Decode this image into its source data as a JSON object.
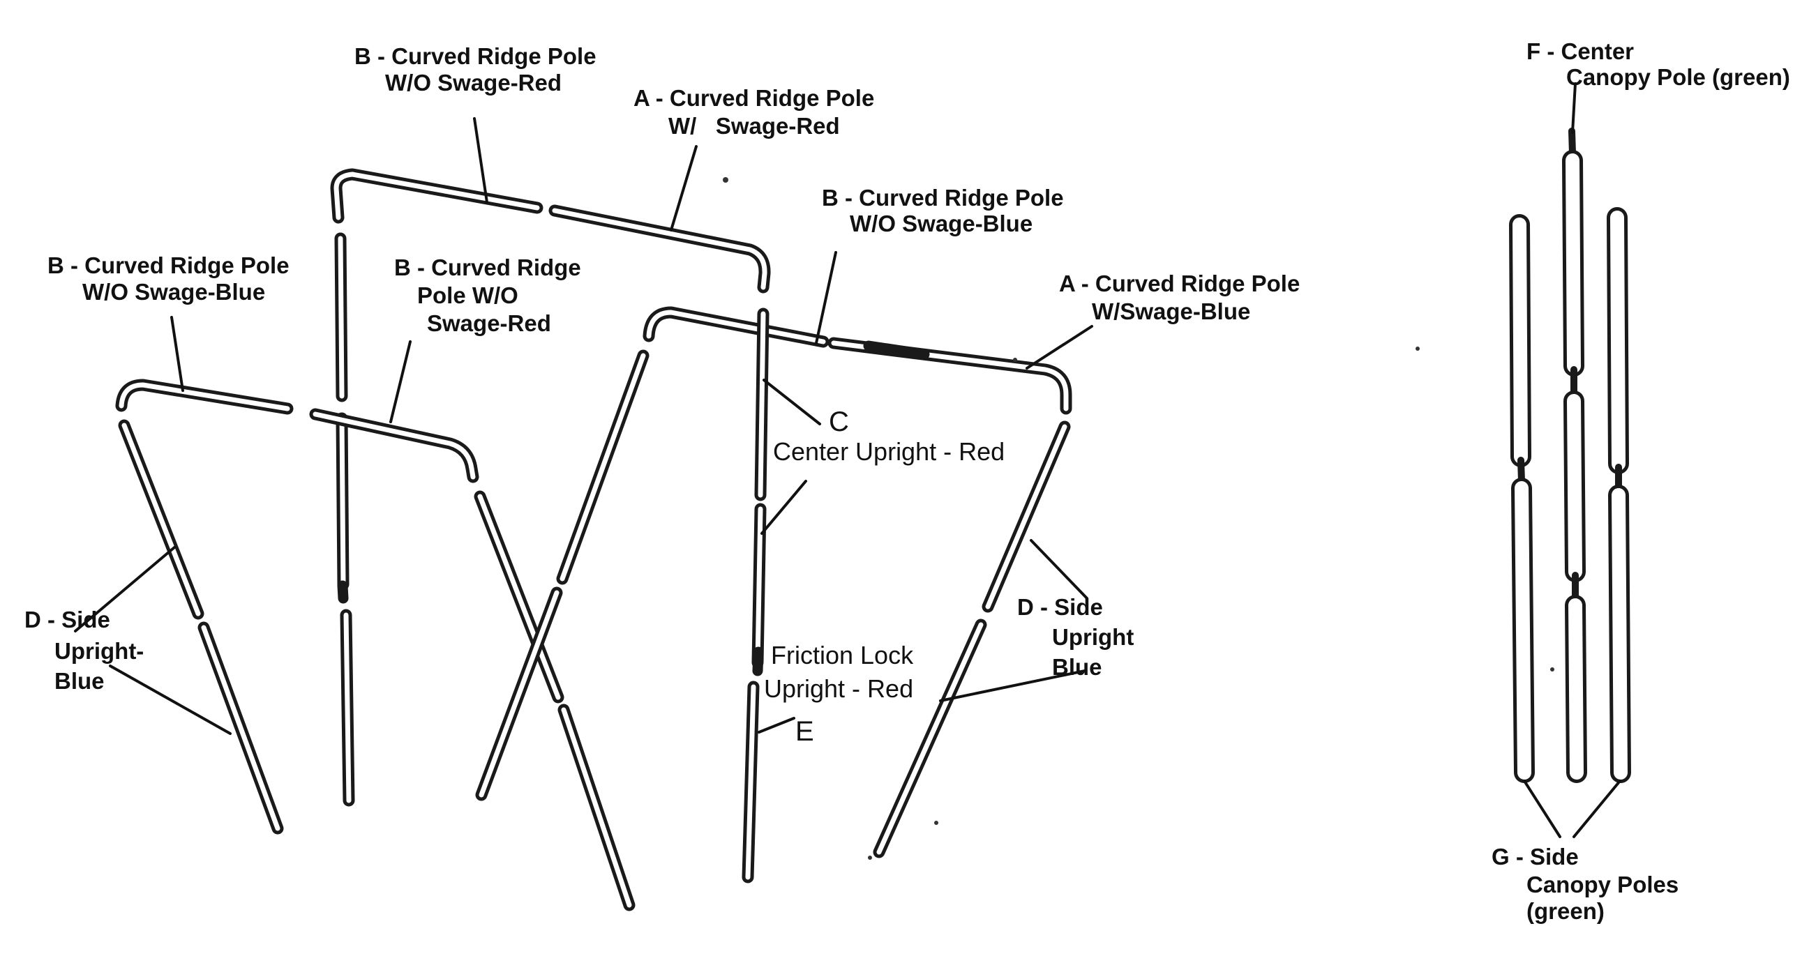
{
  "labels": {
    "b_red_top_1": "B - Curved Ridge Pole",
    "b_red_top_2": "W/O Swage-Red",
    "a_red_1": "A - Curved Ridge Pole",
    "a_red_2": "W/   Swage-Red",
    "b_blue_mid_1": "B - Curved Ridge Pole",
    "b_blue_mid_2": "W/O Swage-Blue",
    "b_blue_left_1": "B - Curved Ridge Pole",
    "b_blue_left_2": "W/O Swage-Blue",
    "b_red_mid_1": "B - Curved Ridge",
    "b_red_mid_2": "Pole W/O",
    "b_red_mid_3": "Swage-Red",
    "a_blue_1": "A - Curved Ridge Pole",
    "a_blue_2": "W/Swage-Blue",
    "c_letter": "C",
    "center_upright": "Center Upright - Red",
    "d_left_1": "D - Side",
    "d_left_2": "Upright-",
    "d_left_3": "Blue",
    "d_right_1": "D - Side",
    "d_right_2": "Upright",
    "d_right_3": "Blue",
    "friction_1": "Friction Lock",
    "friction_2": "Upright - Red",
    "e_letter": "E",
    "f_1": "F - Center",
    "f_2": "Canopy Pole (green)",
    "g_1": "G - Side",
    "g_2": "Canopy Poles",
    "g_3": "(green)"
  }
}
